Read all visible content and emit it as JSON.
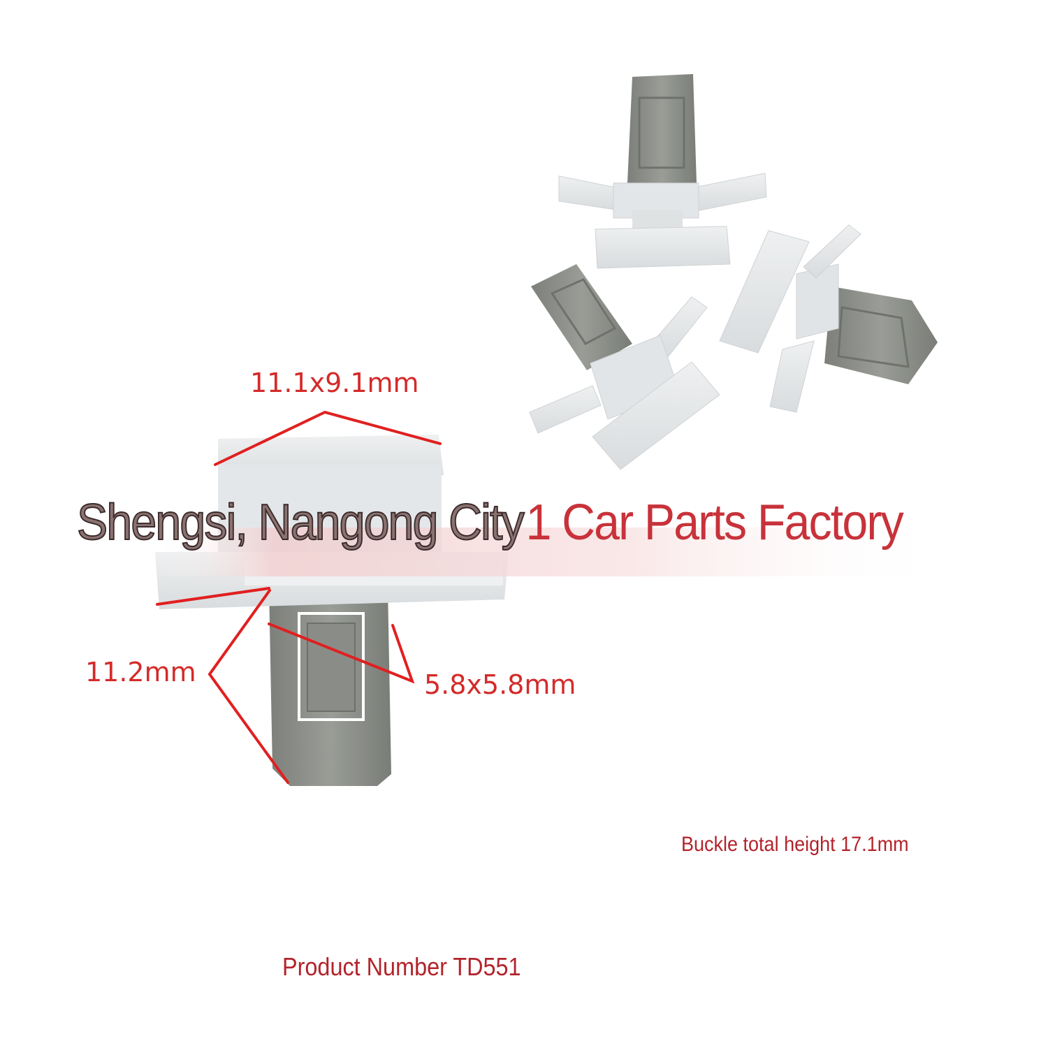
{
  "watermark": {
    "part1": "Shengsi, Nangong City",
    "part2": "1 Car Parts Factory"
  },
  "dimensions": {
    "head": "11.1x9.1mm",
    "leg_length": "11.2mm",
    "leg_section": "5.8x5.8mm"
  },
  "captions": {
    "total_height": "Buckle total height 17.1mm",
    "product_number": "Product Number TD551"
  },
  "colors": {
    "annotation_red": "#d42a2a",
    "caption_red": "#b3232b",
    "plastic_white": "#e6e9ea",
    "metal_grey": "#8e918a"
  }
}
